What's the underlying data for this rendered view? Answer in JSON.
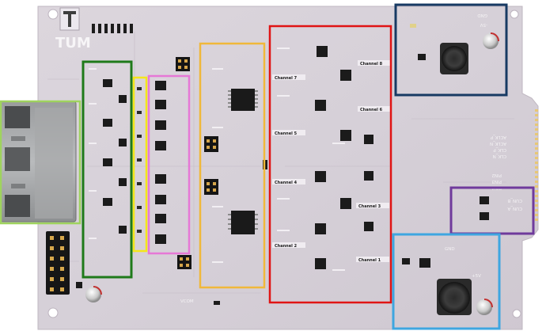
{
  "board": {
    "logo": "TUM",
    "module_label": "VCOM",
    "gnd_label": "GND",
    "plus5_label": "+5V",
    "minus5_label": "-5V",
    "connector_labels": [
      "CLK_N",
      "CLK_P",
      "ACLK_N",
      "ACLK_P"
    ],
    "pin_labels": [
      "PIN4",
      "PIN3",
      "PIN2"
    ],
    "cun_labels": [
      "CUN_B",
      "CUN_A"
    ],
    "channels": [
      "Channel 8",
      "Channel 7",
      "Channel 6",
      "Channel 5",
      "Channel 4",
      "Channel 3",
      "Channel 2",
      "Channel 1"
    ]
  },
  "highlight_boxes": [
    {
      "name": "light-green",
      "color": "#9fd35e"
    },
    {
      "name": "dark-green",
      "color": "#1f7a1a"
    },
    {
      "name": "yellow",
      "color": "#f4e61a"
    },
    {
      "name": "pink",
      "color": "#e678d6"
    },
    {
      "name": "orange",
      "color": "#f0b83a"
    },
    {
      "name": "red",
      "color": "#e01414"
    },
    {
      "name": "navy",
      "color": "#173a63"
    },
    {
      "name": "purple",
      "color": "#6f3a9c"
    },
    {
      "name": "light-blue",
      "color": "#3ea6e0"
    }
  ]
}
